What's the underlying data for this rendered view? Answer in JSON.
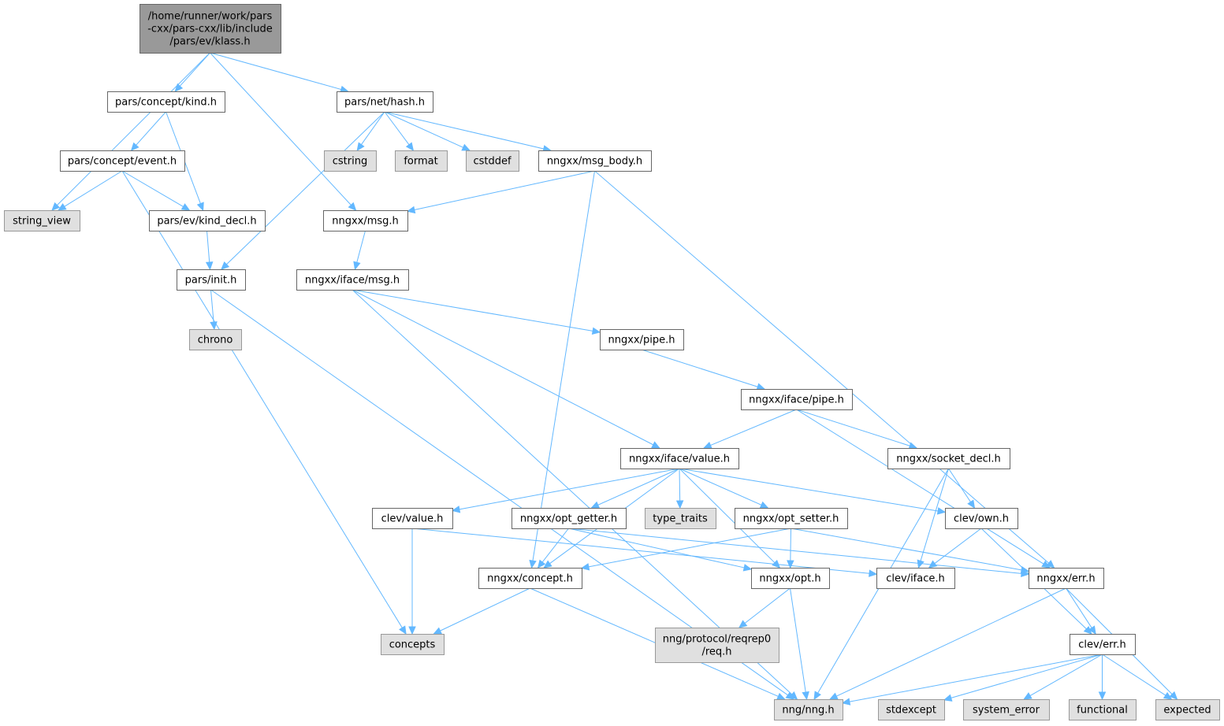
{
  "colors": {
    "edge": "#63b8ff",
    "root_fill": "#999999",
    "system_fill": "#e0e0e0",
    "node_fill": "#ffffff",
    "node_border": "#666666"
  },
  "nodes": [
    {
      "id": "root",
      "lines": [
        "/home/runner/work/pars",
        "-cxx/pars-cxx/lib/include",
        "/pars/ev/klass.h"
      ],
      "kind": "root"
    },
    {
      "id": "kind_h",
      "lines": [
        "pars/concept/kind.h"
      ],
      "kind": "normal"
    },
    {
      "id": "hash_h",
      "lines": [
        "pars/net/hash.h"
      ],
      "kind": "normal"
    },
    {
      "id": "event_h",
      "lines": [
        "pars/concept/event.h"
      ],
      "kind": "normal"
    },
    {
      "id": "string_view",
      "lines": [
        "string_view"
      ],
      "kind": "system"
    },
    {
      "id": "kind_decl_h",
      "lines": [
        "pars/ev/kind_decl.h"
      ],
      "kind": "normal"
    },
    {
      "id": "init_h",
      "lines": [
        "pars/init.h"
      ],
      "kind": "normal"
    },
    {
      "id": "chrono",
      "lines": [
        "chrono"
      ],
      "kind": "system"
    },
    {
      "id": "cstring",
      "lines": [
        "cstring"
      ],
      "kind": "system"
    },
    {
      "id": "format",
      "lines": [
        "format"
      ],
      "kind": "system"
    },
    {
      "id": "cstddef",
      "lines": [
        "cstddef"
      ],
      "kind": "system"
    },
    {
      "id": "msg_body_h",
      "lines": [
        "nngxx/msg_body.h"
      ],
      "kind": "normal"
    },
    {
      "id": "msg_h",
      "lines": [
        "nngxx/msg.h"
      ],
      "kind": "normal"
    },
    {
      "id": "iface_msg_h",
      "lines": [
        "nngxx/iface/msg.h"
      ],
      "kind": "normal"
    },
    {
      "id": "pipe_h",
      "lines": [
        "nngxx/pipe.h"
      ],
      "kind": "normal"
    },
    {
      "id": "iface_pipe_h",
      "lines": [
        "nngxx/iface/pipe.h"
      ],
      "kind": "normal"
    },
    {
      "id": "iface_value_h",
      "lines": [
        "nngxx/iface/value.h"
      ],
      "kind": "normal"
    },
    {
      "id": "socket_decl_h",
      "lines": [
        "nngxx/socket_decl.h"
      ],
      "kind": "normal"
    },
    {
      "id": "clev_value_h",
      "lines": [
        "clev/value.h"
      ],
      "kind": "normal"
    },
    {
      "id": "opt_getter_h",
      "lines": [
        "nngxx/opt_getter.h"
      ],
      "kind": "normal"
    },
    {
      "id": "type_traits",
      "lines": [
        "type_traits"
      ],
      "kind": "system"
    },
    {
      "id": "opt_setter_h",
      "lines": [
        "nngxx/opt_setter.h"
      ],
      "kind": "normal"
    },
    {
      "id": "clev_own_h",
      "lines": [
        "clev/own.h"
      ],
      "kind": "normal"
    },
    {
      "id": "concept_h",
      "lines": [
        "nngxx/concept.h"
      ],
      "kind": "normal"
    },
    {
      "id": "opt_h",
      "lines": [
        "nngxx/opt.h"
      ],
      "kind": "normal"
    },
    {
      "id": "clev_iface_h",
      "lines": [
        "clev/iface.h"
      ],
      "kind": "normal"
    },
    {
      "id": "err_h",
      "lines": [
        "nngxx/err.h"
      ],
      "kind": "normal"
    },
    {
      "id": "concepts",
      "lines": [
        "concepts"
      ],
      "kind": "system"
    },
    {
      "id": "req_h",
      "lines": [
        "nng/protocol/reqrep0",
        "/req.h"
      ],
      "kind": "system"
    },
    {
      "id": "clev_err_h",
      "lines": [
        "clev/err.h"
      ],
      "kind": "normal"
    },
    {
      "id": "nng_h",
      "lines": [
        "nng/nng.h"
      ],
      "kind": "system"
    },
    {
      "id": "stdexcept",
      "lines": [
        "stdexcept"
      ],
      "kind": "system"
    },
    {
      "id": "system_error",
      "lines": [
        "system_error"
      ],
      "kind": "system"
    },
    {
      "id": "functional",
      "lines": [
        "functional"
      ],
      "kind": "system"
    },
    {
      "id": "expected",
      "lines": [
        "expected"
      ],
      "kind": "system"
    }
  ],
  "edges": [
    [
      "root",
      "string_view"
    ],
    [
      "root",
      "kind_h"
    ],
    [
      "root",
      "msg_h"
    ],
    [
      "root",
      "hash_h"
    ],
    [
      "kind_h",
      "event_h"
    ],
    [
      "kind_h",
      "kind_decl_h"
    ],
    [
      "event_h",
      "string_view"
    ],
    [
      "event_h",
      "kind_decl_h"
    ],
    [
      "event_h",
      "concepts"
    ],
    [
      "kind_decl_h",
      "init_h"
    ],
    [
      "init_h",
      "chrono"
    ],
    [
      "init_h",
      "nng_h"
    ],
    [
      "hash_h",
      "init_h"
    ],
    [
      "hash_h",
      "cstring"
    ],
    [
      "hash_h",
      "format"
    ],
    [
      "hash_h",
      "cstddef"
    ],
    [
      "hash_h",
      "msg_body_h"
    ],
    [
      "msg_body_h",
      "msg_h"
    ],
    [
      "msg_body_h",
      "concept_h"
    ],
    [
      "msg_body_h",
      "err_h"
    ],
    [
      "msg_h",
      "iface_msg_h"
    ],
    [
      "iface_msg_h",
      "pipe_h"
    ],
    [
      "iface_msg_h",
      "iface_value_h"
    ],
    [
      "iface_msg_h",
      "nng_h"
    ],
    [
      "pipe_h",
      "iface_pipe_h"
    ],
    [
      "iface_pipe_h",
      "iface_value_h"
    ],
    [
      "iface_pipe_h",
      "socket_decl_h"
    ],
    [
      "iface_pipe_h",
      "err_h"
    ],
    [
      "iface_value_h",
      "clev_value_h"
    ],
    [
      "iface_value_h",
      "concept_h"
    ],
    [
      "iface_value_h",
      "opt_getter_h"
    ],
    [
      "iface_value_h",
      "type_traits"
    ],
    [
      "iface_value_h",
      "opt_setter_h"
    ],
    [
      "iface_value_h",
      "opt_h"
    ],
    [
      "iface_value_h",
      "clev_own_h"
    ],
    [
      "socket_decl_h",
      "clev_own_h"
    ],
    [
      "socket_decl_h",
      "clev_iface_h"
    ],
    [
      "socket_decl_h",
      "nng_h"
    ],
    [
      "clev_value_h",
      "concepts"
    ],
    [
      "clev_value_h",
      "clev_iface_h"
    ],
    [
      "opt_getter_h",
      "concept_h"
    ],
    [
      "opt_getter_h",
      "opt_h"
    ],
    [
      "opt_getter_h",
      "err_h"
    ],
    [
      "opt_setter_h",
      "concept_h"
    ],
    [
      "opt_setter_h",
      "opt_h"
    ],
    [
      "opt_setter_h",
      "err_h"
    ],
    [
      "clev_own_h",
      "clev_iface_h"
    ],
    [
      "clev_own_h",
      "clev_err_h"
    ],
    [
      "concept_h",
      "concepts"
    ],
    [
      "concept_h",
      "nng_h"
    ],
    [
      "opt_h",
      "req_h"
    ],
    [
      "opt_h",
      "nng_h"
    ],
    [
      "err_h",
      "clev_err_h"
    ],
    [
      "err_h",
      "expected"
    ],
    [
      "err_h",
      "nng_h"
    ],
    [
      "clev_err_h",
      "nng_h"
    ],
    [
      "clev_err_h",
      "stdexcept"
    ],
    [
      "clev_err_h",
      "system_error"
    ],
    [
      "clev_err_h",
      "functional"
    ],
    [
      "clev_err_h",
      "expected"
    ]
  ]
}
